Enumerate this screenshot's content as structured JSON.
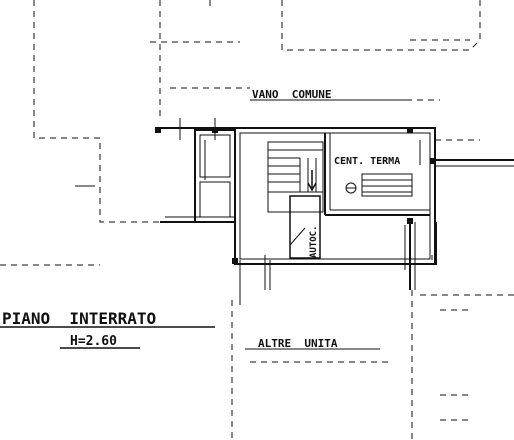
{
  "drawing": {
    "floor_title": "PIANO  INTERRATO",
    "floor_height": "H=2.60",
    "labels": {
      "vano_comune": "VANO  COMUNE",
      "centrale_termica": "CENT. TERMA",
      "altre_unita": "ALTRE  UNITA",
      "autoclave": "AUTOC."
    }
  },
  "colors": {
    "background": "#ffffff",
    "ink": "#111111"
  }
}
